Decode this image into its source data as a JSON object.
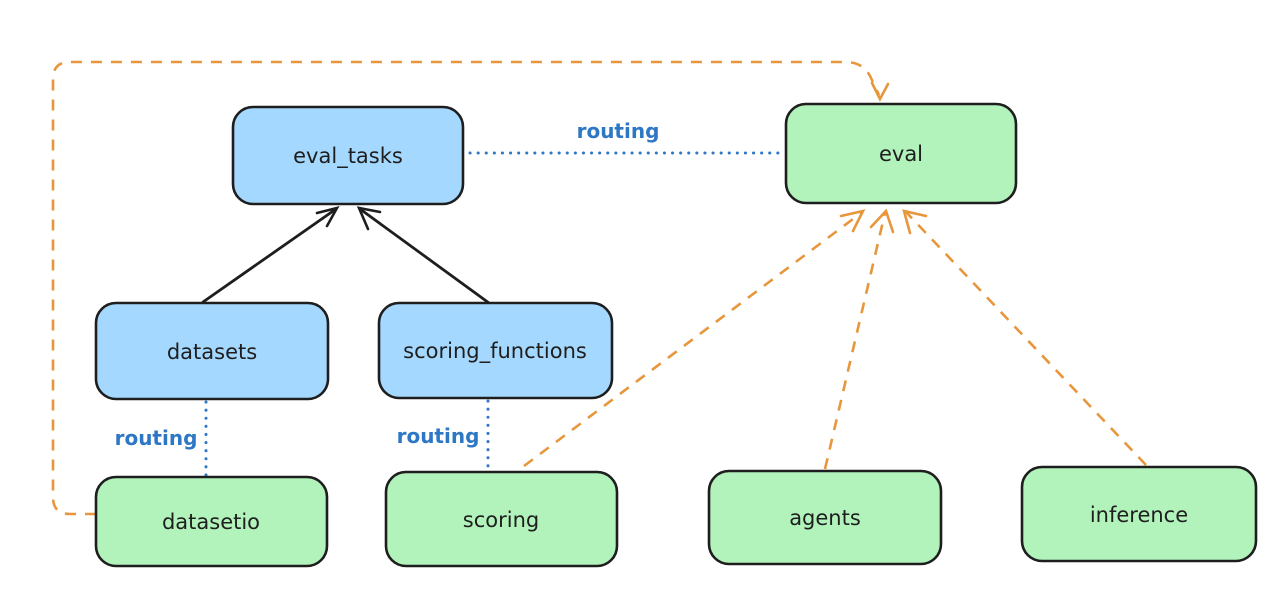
{
  "diagram": {
    "colors": {
      "blue_fill": "#a5d8ff",
      "green_fill": "#b2f2bb",
      "ink": "#1e1e1e",
      "orange": "#e8963c",
      "routing_blue": "#2e77c5",
      "background": "#ffffff"
    },
    "nodes": [
      {
        "id": "eval_tasks",
        "label": "eval_tasks",
        "color": "blue"
      },
      {
        "id": "eval",
        "label": "eval",
        "color": "green"
      },
      {
        "id": "datasets",
        "label": "datasets",
        "color": "blue"
      },
      {
        "id": "scoring_functions",
        "label": "scoring_functions",
        "color": "blue"
      },
      {
        "id": "datasetio",
        "label": "datasetio",
        "color": "green"
      },
      {
        "id": "scoring",
        "label": "scoring",
        "color": "green"
      },
      {
        "id": "agents",
        "label": "agents",
        "color": "green"
      },
      {
        "id": "inference",
        "label": "inference",
        "color": "green"
      }
    ],
    "edges": [
      {
        "from": "datasets",
        "to": "eval_tasks",
        "style": "solid-arrow",
        "label": ""
      },
      {
        "from": "scoring_functions",
        "to": "eval_tasks",
        "style": "solid-arrow",
        "label": ""
      },
      {
        "from": "eval_tasks",
        "to": "eval",
        "style": "dotted",
        "label": "routing"
      },
      {
        "from": "datasets",
        "to": "datasetio",
        "style": "dotted",
        "label": "routing"
      },
      {
        "from": "scoring_functions",
        "to": "scoring",
        "style": "dotted",
        "label": "routing"
      },
      {
        "from": "scoring",
        "to": "eval",
        "style": "dashed-arrow",
        "label": ""
      },
      {
        "from": "agents",
        "to": "eval",
        "style": "dashed-arrow",
        "label": ""
      },
      {
        "from": "inference",
        "to": "eval",
        "style": "dashed-arrow",
        "label": ""
      },
      {
        "from": "datasetio",
        "to": "eval",
        "style": "dashed-arrow",
        "label": "",
        "route": "around-top-left"
      }
    ]
  }
}
